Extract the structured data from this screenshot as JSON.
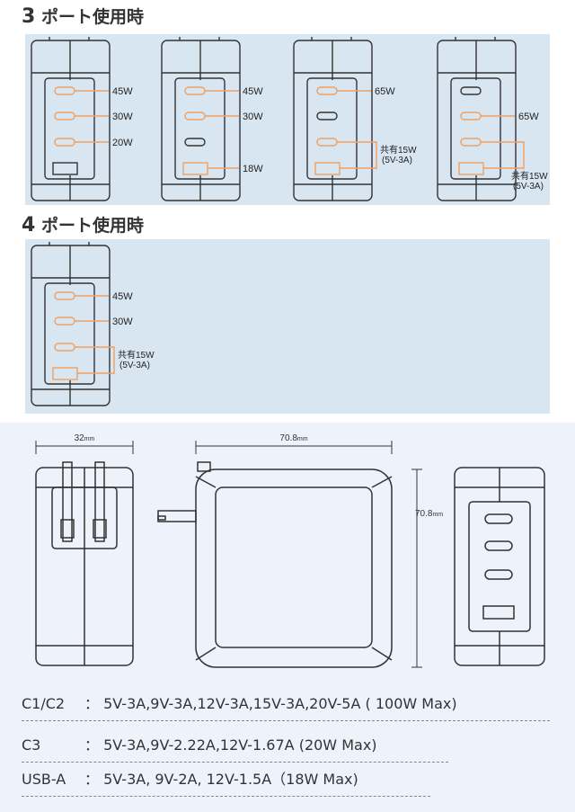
{
  "section3": {
    "num": "3",
    "title": "ポート使用時",
    "chargers": [
      {
        "ports": [
          "on",
          "on",
          "on",
          "off"
        ],
        "labels": [
          "45W",
          "30W",
          "20W"
        ],
        "group": null
      },
      {
        "ports": [
          "on",
          "on",
          "off",
          "on"
        ],
        "labels": [
          "45W",
          "30W",
          "18W"
        ],
        "group": null
      },
      {
        "ports": [
          "on",
          "off",
          "on",
          "on"
        ],
        "labels": [
          "65W"
        ],
        "group": {
          "line1": "共有15W",
          "line2": "(5V-3A)",
          "pos": "mid"
        }
      },
      {
        "ports": [
          "off",
          "on",
          "on",
          "on"
        ],
        "labels": [
          "65W"
        ],
        "group": {
          "line1": "共有15W",
          "line2": "(5V-3A)",
          "pos": "below"
        }
      }
    ]
  },
  "section4": {
    "num": "4",
    "title": "ポート使用時",
    "chargers": [
      {
        "ports": [
          "on",
          "on",
          "on",
          "on"
        ],
        "labels": [
          "45W",
          "30W"
        ],
        "group": {
          "line1": "共有15W",
          "line2": "(5V-3A)",
          "pos": "mid"
        }
      }
    ]
  },
  "dimensions": {
    "depth": "32",
    "width": "70.8",
    "height": "70.8",
    "unit": "mm"
  },
  "specs": [
    {
      "port": "C1/C2",
      "sep": "：",
      "value": "5V-3A,9V-3A,12V-3A,15V-3A,20V-5A ( 100W Max)"
    },
    {
      "port": "C3",
      "sep": "：",
      "value": "5V-3A,9V-2.22A,12V-1.67A (20W Max)"
    },
    {
      "port": "USB-A",
      "sep": "：",
      "value": "5V-3A, 9V-2A, 12V-1.5A（18W Max)"
    }
  ],
  "colors": {
    "active": "#f0a060",
    "line": "#333333",
    "panel": "#d8e6f2"
  }
}
